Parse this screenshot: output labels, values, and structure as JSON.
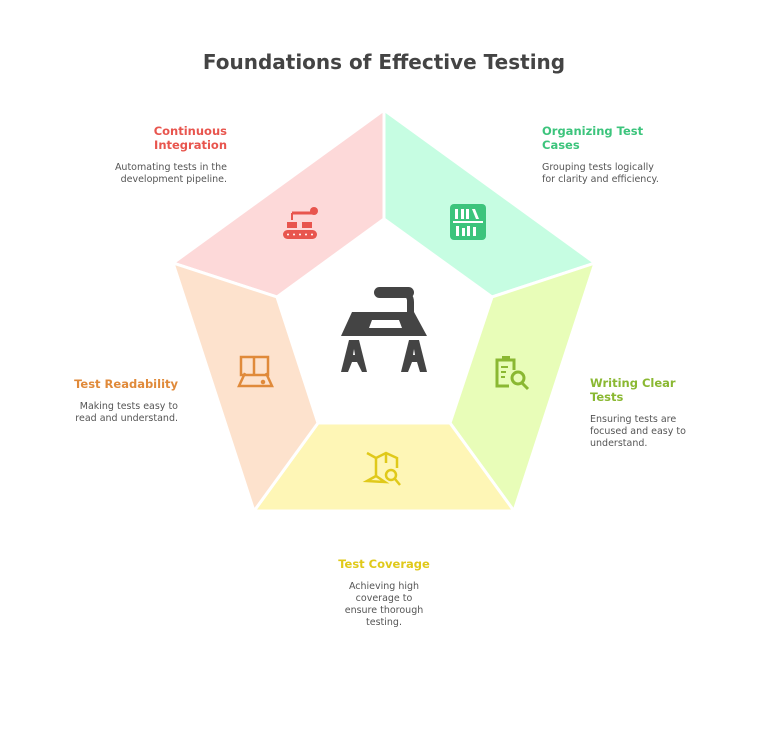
{
  "title": "Foundations of Effective Testing",
  "center_icon": "workbench-icon",
  "segments": [
    {
      "heading": "Continuous Integration",
      "desc": "Automating tests in the development pipeline.",
      "icon": "robot-arm-conveyor-icon",
      "color": "#e8554e",
      "fill": "#fdd9d9"
    },
    {
      "heading": "Organizing Test Cases",
      "desc": "Grouping tests logically for clarity and efficiency.",
      "icon": "bookshelf-icon",
      "color": "#3cc47c",
      "fill": "#c6fde2"
    },
    {
      "heading": "Writing Clear Tests",
      "desc": "Ensuring tests are focused and easy to understand.",
      "icon": "clipboard-search-icon",
      "color": "#8ab832",
      "fill": "#e8fdb8"
    },
    {
      "heading": "Test Coverage",
      "desc": "Achieving high coverage to ensure thorough testing.",
      "icon": "map-search-icon",
      "color": "#e0c91a",
      "fill": "#fef6b6"
    },
    {
      "heading": "Test Readability",
      "desc": "Making tests easy to read and understand.",
      "icon": "open-book-icon",
      "color": "#e08a3a",
      "fill": "#fde2cd"
    }
  ]
}
